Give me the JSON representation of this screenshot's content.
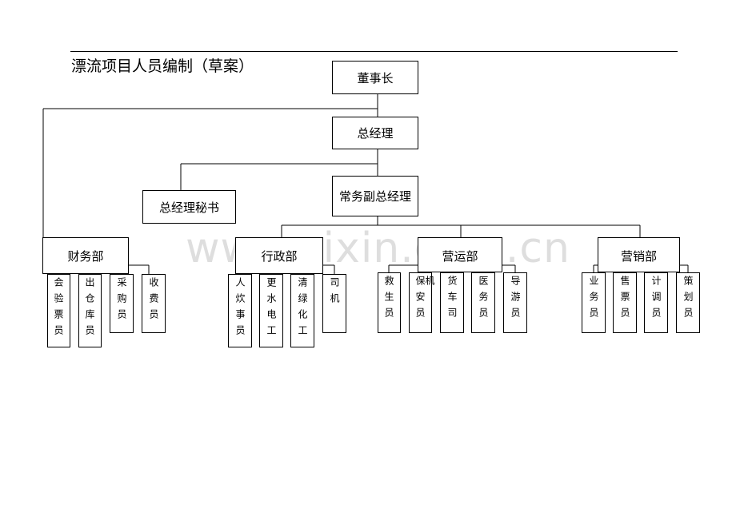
{
  "document": {
    "title": "漂流项目人员编制（草案）",
    "watermark": "www.zixin.com.cn"
  },
  "org": {
    "chairman": "董事长",
    "general_manager": "总经理",
    "executive_deputy_gm": "常务副总经理",
    "gm_secretary": "总经理秘书",
    "departments": [
      {
        "name": "财务部",
        "staff": [
          "会验票员",
          "出仓库员",
          "采购员",
          "收费员"
        ]
      },
      {
        "name": "行政部",
        "staff": [
          "人炊事员",
          "更水电工",
          "清绿化工",
          "司机"
        ]
      },
      {
        "name": "营运部",
        "staff": [
          "救生员",
          "保安员",
          "货车司机",
          "医务员",
          "导游员"
        ]
      },
      {
        "name": "营销部",
        "staff": [
          "业务员",
          "售票员",
          "计调员",
          "策划员"
        ]
      }
    ]
  }
}
